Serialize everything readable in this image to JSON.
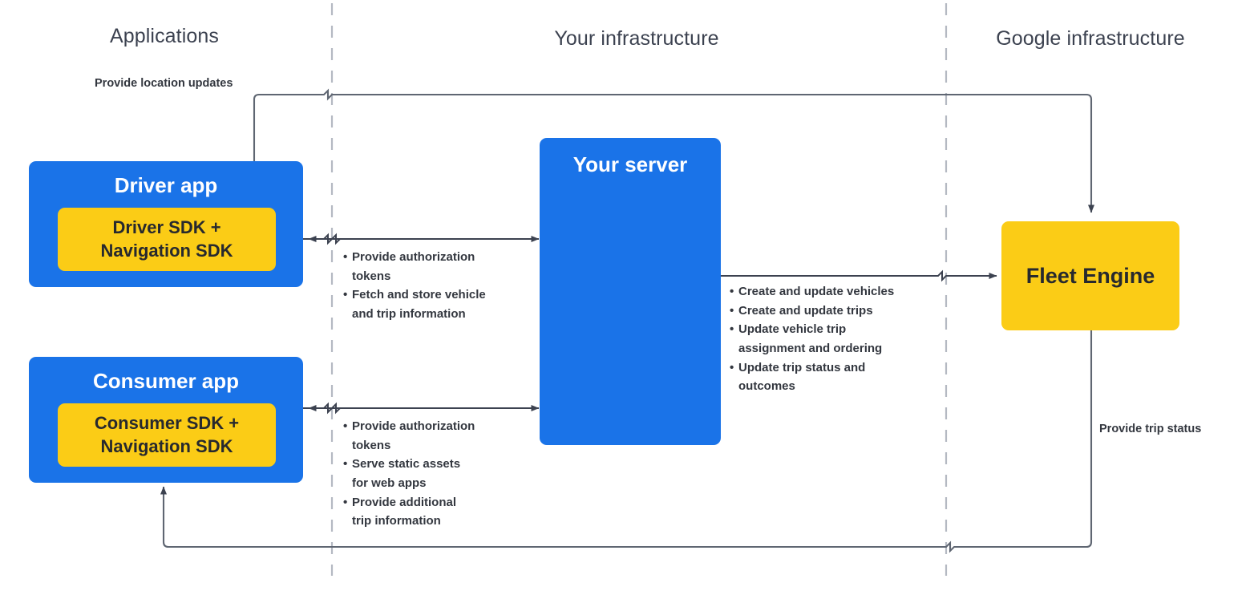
{
  "zones": [
    {
      "id": "applications",
      "label": "Applications"
    },
    {
      "id": "your-infrastructure",
      "label": "Your infrastructure"
    },
    {
      "id": "google-infrastructure",
      "label": "Google infrastructure"
    }
  ],
  "nodes": {
    "driver_app": {
      "title": "Driver app",
      "inner": "Driver SDK +\nNavigation SDK",
      "fill": "#1a73e8",
      "inner_fill": "#fbcc16"
    },
    "consumer_app": {
      "title": "Consumer app",
      "inner": "Consumer SDK +\nNavigation SDK",
      "fill": "#1a73e8",
      "inner_fill": "#fbcc16"
    },
    "your_server": {
      "title": "Your server",
      "fill": "#1a73e8"
    },
    "fleet_engine": {
      "title": "Fleet Engine",
      "fill": "#fbcc16"
    }
  },
  "edges": {
    "location_updates": {
      "label": "Provide location updates"
    },
    "trip_status": {
      "label": "Provide trip status"
    },
    "driver_server": {
      "bullets": [
        "Provide authorization\ntokens",
        "Fetch and store vehicle\nand trip information"
      ]
    },
    "consumer_server": {
      "bullets": [
        "Provide authorization\ntokens",
        "Serve static assets\nfor web apps",
        "Provide additional\ntrip information"
      ]
    },
    "server_fleet": {
      "bullets": [
        "Create and update vehicles",
        "Create and update trips",
        "Update vehicle trip\nassignment and ordering",
        "Update trip status and\noutcomes"
      ]
    }
  },
  "style": {
    "line_color": "#5f6672",
    "arrow_color": "#3c4250",
    "divider_color": "#b4b9c2",
    "bullet_glyph": "•"
  }
}
